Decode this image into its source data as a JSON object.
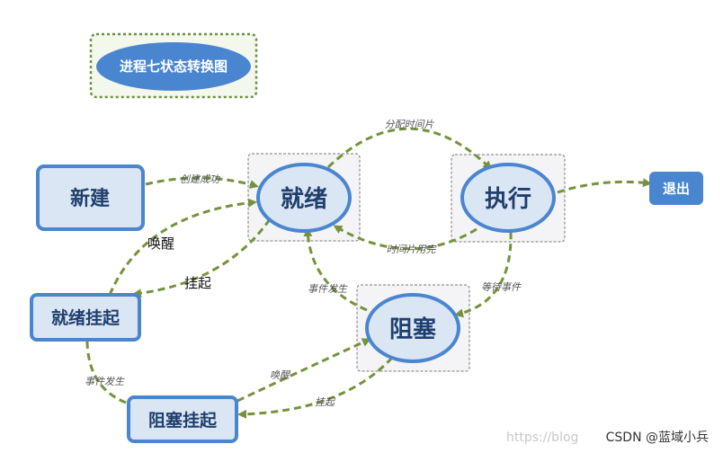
{
  "title": "进程七状态转换图",
  "states": {
    "new": "新建",
    "ready": "就绪",
    "running": "执行",
    "exit": "退出",
    "blocked": "阻塞",
    "ready_suspended": "就绪挂起",
    "blocked_suspended": "阻塞挂起"
  },
  "transitions": {
    "create_success": "创建成功",
    "time_slice_assigned": "分配时间片",
    "time_slice_used": "时间片用完",
    "wait_event": "等待事件",
    "event_occurs_blocked_to_ready": "事件发生",
    "wake_ready_suspended": "唤醒",
    "suspend_ready": "挂起",
    "event_occurs_bs_to_rs": "事件发生",
    "wake_blocked_suspended": "唤醒",
    "suspend_blocked": "挂起"
  },
  "watermark": {
    "faint": "https://blog",
    "main": "CSDN @蓝域小兵"
  },
  "colors": {
    "node_fill": "#dbe6f4",
    "node_border": "#4a86cf",
    "node_text": "#1f3f6e",
    "exit_fill": "#4a86cf",
    "arrow": "#76923c",
    "title_border": "#6f8f3f",
    "title_bg": "#f3f7ec"
  }
}
